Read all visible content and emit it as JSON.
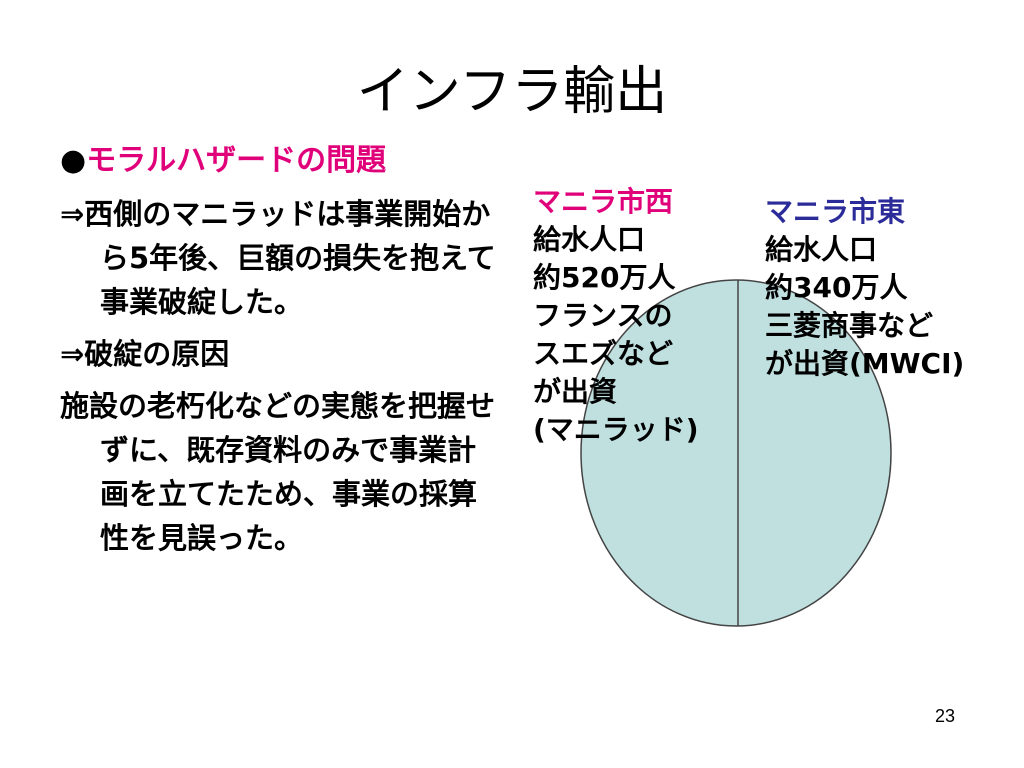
{
  "slide": {
    "title": "インフラ輸出",
    "page_number": "23"
  },
  "left": {
    "bullet": "●",
    "heading": "モラルハザードの問題",
    "paragraphs": [
      "⇒西側のマニラッドは事業開始から5年後、巨額の損失を抱えて事業破綻した。",
      "⇒破綻の原因",
      "施設の老朽化などの実態を把握せずに、既存資料のみで事業計画を立てたため、事業の採算性を見誤った。"
    ]
  },
  "west": {
    "title": "マニラ市西",
    "lines": [
      "給水人口",
      "約520万人",
      "フランスの",
      "スエズなど",
      "が出資",
      "(マニラッド)"
    ]
  },
  "east": {
    "title": "マニラ市東",
    "lines": [
      "給水人口",
      "約340万人",
      "三菱商事など",
      "が出資(MWCI)"
    ]
  },
  "colors": {
    "heading_accent": "#e0007a",
    "east_title": "#2b2b9a",
    "pie_fill": "#c0e0e0",
    "pie_stroke": "#444444"
  },
  "icons": {
    "bullet": "black-circle-bullet"
  }
}
